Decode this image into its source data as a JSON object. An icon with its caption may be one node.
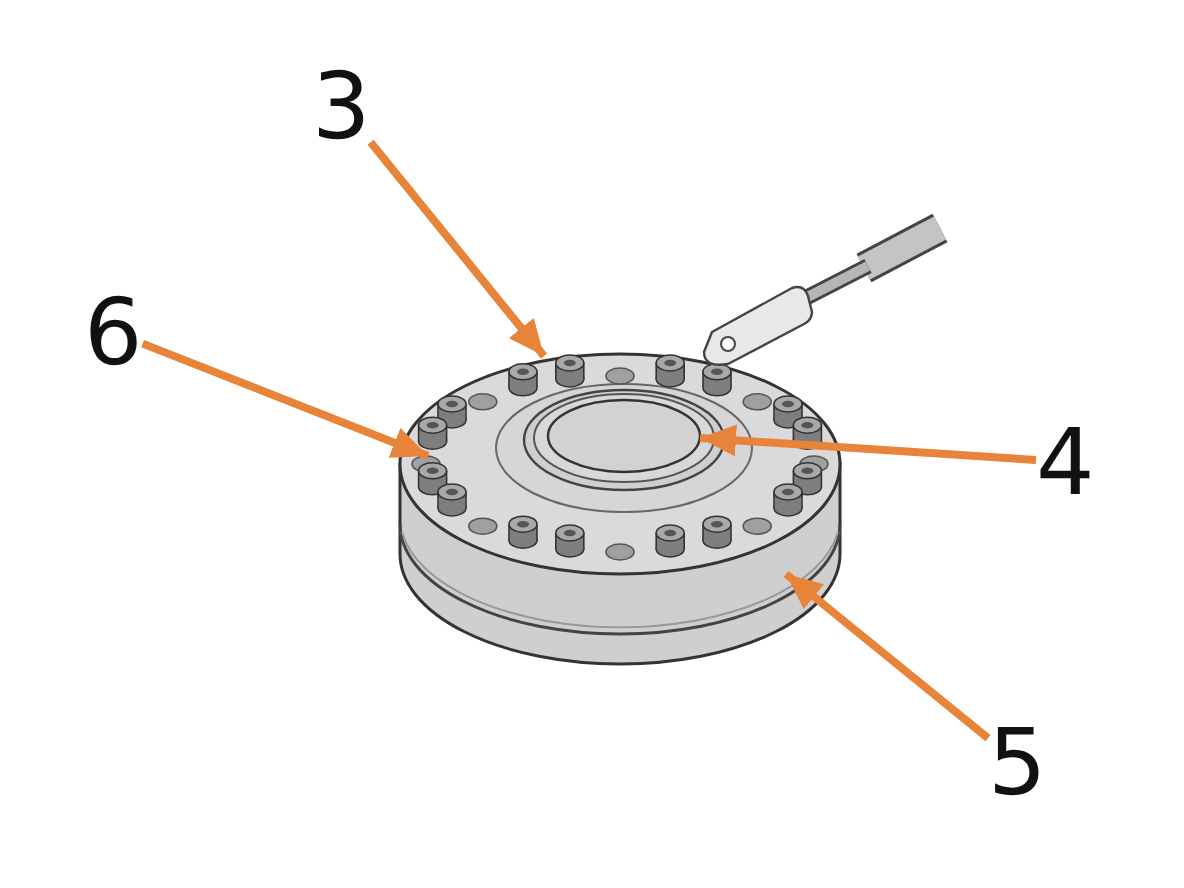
{
  "diagram": {
    "nodes": [
      {
        "text": [
          "3"
        ]
      },
      {
        "text": [
          "6"
        ]
      },
      {
        "text": [
          "4"
        ]
      },
      {
        "text": [
          "5"
        ]
      }
    ],
    "edges": [
      {
        "from": 0,
        "to": null,
        "arrow": "to"
      },
      {
        "from": 1,
        "to": null,
        "arrow": "to"
      },
      {
        "from": 2,
        "to": null,
        "arrow": "to"
      },
      {
        "from": 3,
        "to": null,
        "arrow": "to"
      }
    ]
  }
}
